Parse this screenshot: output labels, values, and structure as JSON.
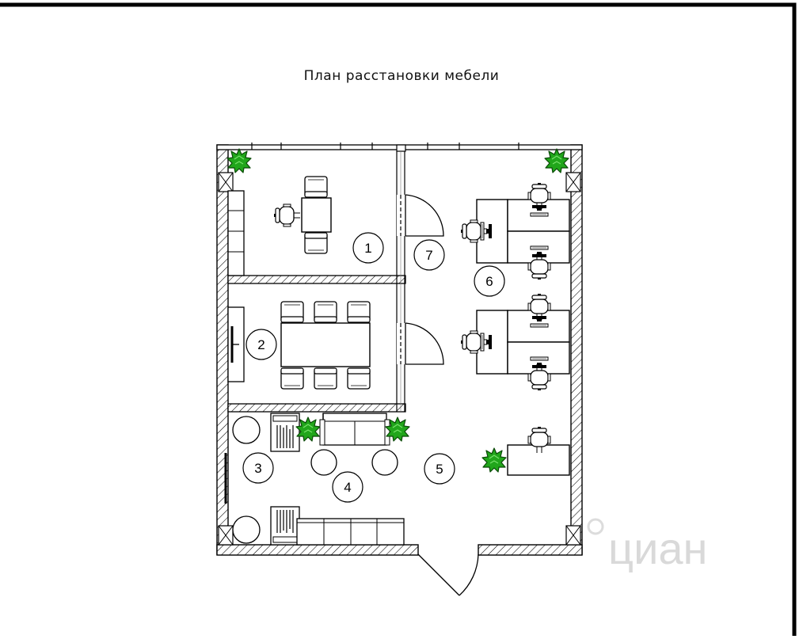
{
  "plan": {
    "title": "План расстановки мебели",
    "rooms": [
      {
        "number": "1"
      },
      {
        "number": "2"
      },
      {
        "number": "3"
      },
      {
        "number": "4"
      },
      {
        "number": "5"
      },
      {
        "number": "6"
      },
      {
        "number": "7"
      }
    ],
    "watermark": "циан"
  }
}
